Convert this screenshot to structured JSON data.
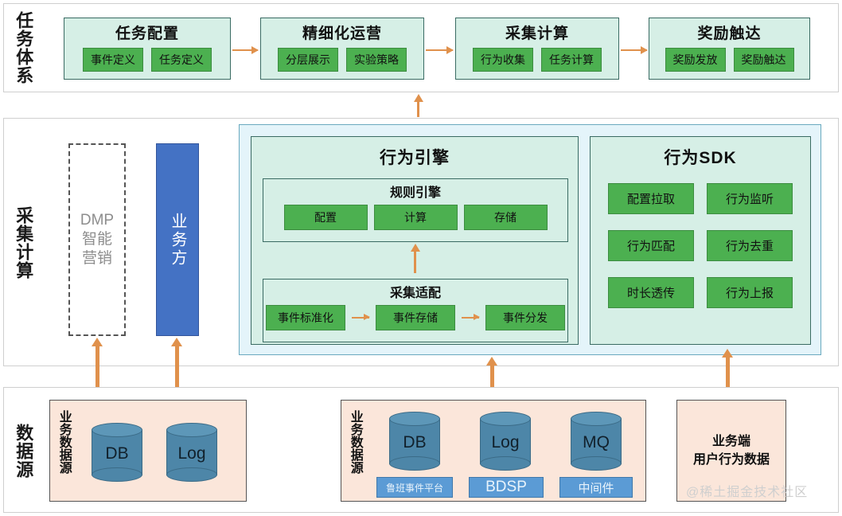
{
  "bands": {
    "task": {
      "label": "任务体系"
    },
    "collect": {
      "label": "采集计算"
    },
    "source": {
      "label": "数据源"
    }
  },
  "task_row": {
    "cards": [
      {
        "title": "任务配置",
        "chips": [
          "事件定义",
          "任务定义"
        ]
      },
      {
        "title": "精细化运营",
        "chips": [
          "分层展示",
          "实验策略"
        ]
      },
      {
        "title": "采集计算",
        "chips": [
          "行为收集",
          "任务计算"
        ]
      },
      {
        "title": "奖励触达",
        "chips": [
          "奖励发放",
          "奖励触达"
        ]
      }
    ]
  },
  "collect_band": {
    "dmp": {
      "lines": [
        "DMP",
        "智能",
        "营销"
      ]
    },
    "business": {
      "label": "业务方"
    },
    "engine_panel": {
      "title": "行为引擎",
      "rule_engine": {
        "title": "规则引擎",
        "chips": [
          "配置",
          "计算",
          "存储"
        ]
      },
      "collect_adapt": {
        "title": "采集适配",
        "chips": [
          "事件标准化",
          "事件存储",
          "事件分发"
        ]
      }
    },
    "sdk_panel": {
      "title": "行为SDK",
      "chips": [
        "配置拉取",
        "行为监听",
        "行为匹配",
        "行为去重",
        "时长透传",
        "行为上报"
      ]
    }
  },
  "source_band": {
    "left_box": {
      "label": "业务数据源",
      "cylinders": [
        "DB",
        "Log"
      ]
    },
    "mid_box": {
      "label": "业务数据源",
      "cylinders": [
        "DB",
        "Log",
        "MQ"
      ],
      "tags": [
        "鲁班事件平台",
        "BDSP",
        "中间件"
      ]
    },
    "right_box": {
      "line1": "业务端",
      "line2": "用户行为数据"
    }
  },
  "watermark": {
    "text": "@稀土掘金技术社区"
  },
  "colors": {
    "chip_green": "#4cb050",
    "panel_mint": "#d6efe6",
    "panel_blue": "#e4f4fa",
    "arrow_orange": "#e0914c",
    "cylinder_blue": "#4d86a8",
    "tag_blue": "#5b9bd5",
    "business_blue": "#4472c4",
    "source_peach": "#fbe6da"
  }
}
